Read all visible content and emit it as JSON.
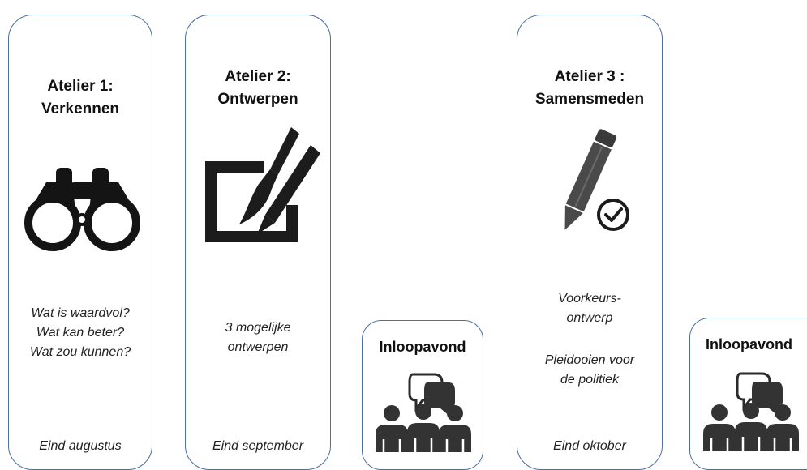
{
  "atelier1": {
    "title_line1": "Atelier 1:",
    "title_line2": "Verkennen",
    "icon": "binoculars-icon",
    "questions": [
      "Wat is waardvol?",
      "Wat kan beter?",
      "Wat zou kunnen?"
    ],
    "date": "Eind augustus"
  },
  "atelier2": {
    "title_line1": "Atelier 2:",
    "title_line2": "Ontwerpen",
    "icon": "design-brush-pencil-icon",
    "desc": [
      "3 mogelijke",
      "ontwerpen"
    ],
    "date": "Eind september"
  },
  "inloop1": {
    "title": "Inloopavond",
    "icon": "group-discussion-icon"
  },
  "atelier3": {
    "title_line1": "Atelier 3 :",
    "title_line2": "Samensmeden",
    "icon": "pencil-check-icon",
    "desc1": [
      "Voorkeurs-",
      "ontwerp"
    ],
    "desc2": [
      "Pleidooien voor",
      "de politiek"
    ],
    "date": "Eind oktober"
  },
  "inloop2": {
    "title": "Inloopavond",
    "icon": "group-discussion-icon"
  },
  "colors": {
    "border": "#4a6fa0",
    "icon_dark": "#1c1c1c",
    "icon_gray": "#4a4a4a"
  }
}
